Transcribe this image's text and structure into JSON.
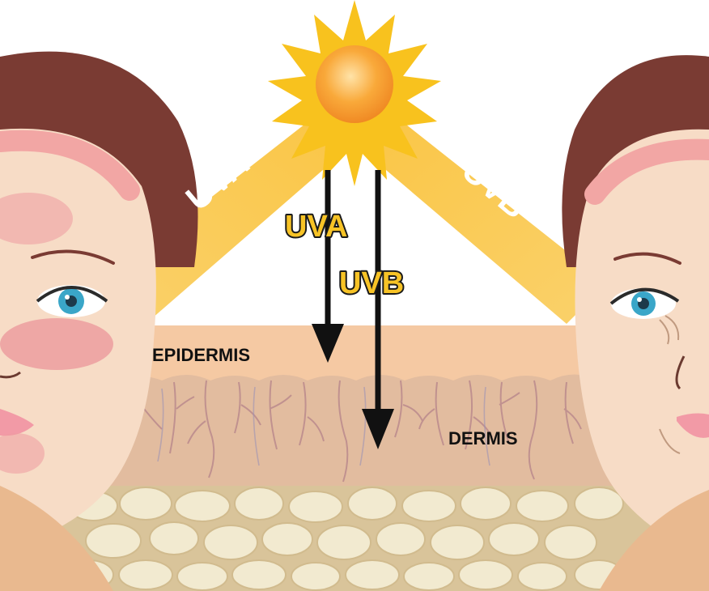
{
  "labels": {
    "uva_beam": "UVA",
    "uvb_beam": "UVB",
    "uva_arrow": "UVA",
    "uvb_arrow": "UVB",
    "epidermis": "EPIDERMIS",
    "dermis": "DERMIS"
  },
  "colors": {
    "sun_core": "#f8a233",
    "sun_rays": "#f8c21e",
    "beam": "#f9c63a",
    "epidermis": "#f5c9a3",
    "dermis": "#e2b99c",
    "fat_cells": "#f2ead0",
    "skin": "#f7dcc6",
    "hair": "#7a3b33",
    "eye_iris": "#3aa6c8"
  },
  "icons": [
    "sun-icon",
    "young-face-illustration",
    "aged-face-illustration"
  ]
}
